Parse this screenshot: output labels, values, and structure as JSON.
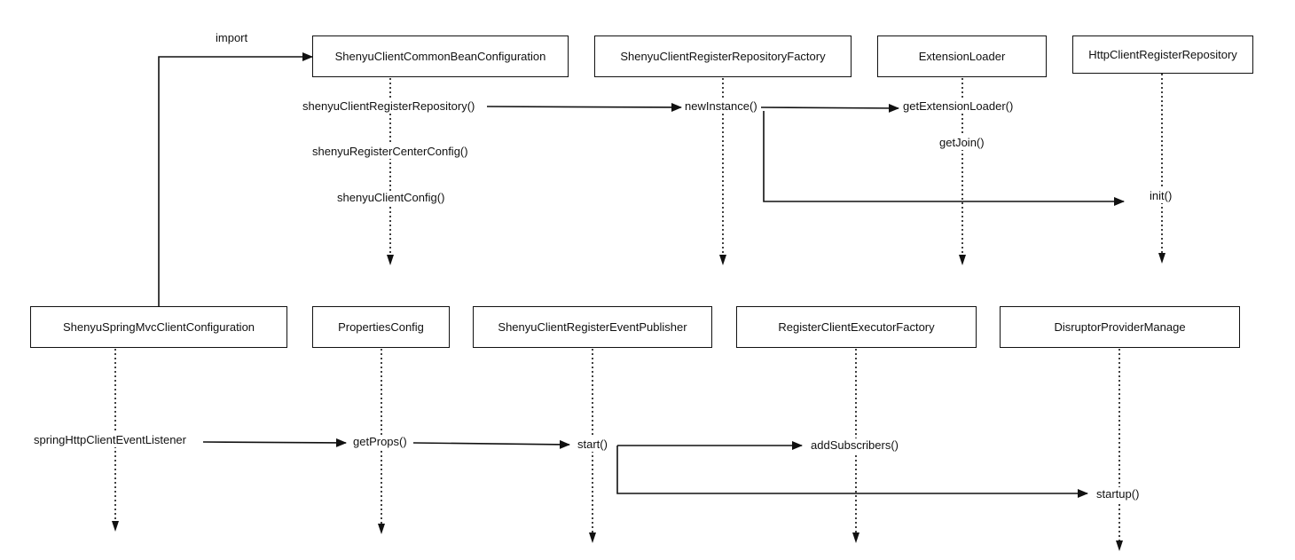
{
  "boxes": {
    "common_bean_config": "ShenyuClientCommonBeanConfiguration",
    "register_repository_factory": "ShenyuClientRegisterRepositoryFactory",
    "extension_loader": "ExtensionLoader",
    "http_client_register_repository": "HttpClientRegisterRepository",
    "spring_mvc_client_config": "ShenyuSpringMvcClientConfiguration",
    "properties_config": "PropertiesConfig",
    "register_event_publisher": "ShenyuClientRegisterEventPublisher",
    "executor_factory": "RegisterClientExecutorFactory",
    "disruptor_provider_manage": "DisruptorProviderManage"
  },
  "labels": {
    "import": "import",
    "shenyu_client_register_repository": "shenyuClientRegisterRepository()",
    "shenyu_register_center_config": "shenyuRegisterCenterConfig()",
    "shenyu_client_config": "shenyuClientConfig()",
    "new_instance": "newInstance()",
    "get_extension_loader": "getExtensionLoader()",
    "get_join": "getJoin()",
    "init": "init()",
    "spring_http_client_event_listener": "springHttpClientEventListener",
    "get_props": "getProps()",
    "start": "start()",
    "add_subscribers": "addSubscribers()",
    "startup": "startup()"
  }
}
